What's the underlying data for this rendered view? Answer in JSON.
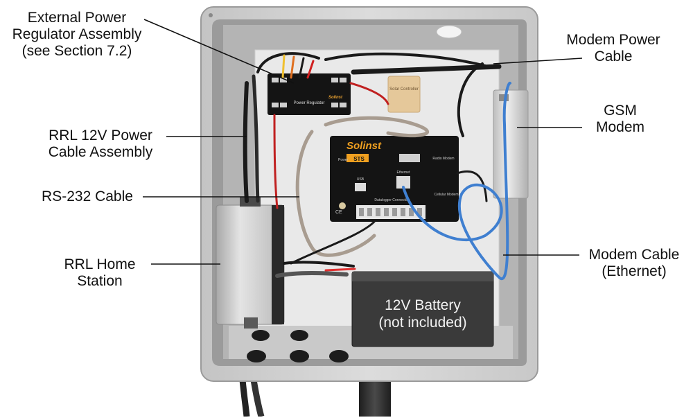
{
  "callouts": {
    "external_power_regulator": [
      "External Power",
      "Regulator Assembly",
      "(see Section 7.2)"
    ],
    "rrl_power_cable": [
      "RRL 12V Power",
      "Cable Assembly"
    ],
    "rs232_cable": [
      "RS-232 Cable"
    ],
    "rrl_home_station": [
      "RRL Home",
      "Station"
    ],
    "modem_power_cable": [
      "Modem Power",
      "Cable"
    ],
    "gsm_modem": [
      "GSM",
      "Modem"
    ],
    "modem_cable": [
      "Modem Cable",
      "(Ethernet)"
    ]
  },
  "battery": [
    "12V Battery",
    "(not included)"
  ],
  "device_labels": {
    "controller_brand": "Solinst",
    "sts_logo": "STS",
    "regulator_label": "Power Regulator",
    "regulator_brand": "Solinst",
    "solar_controller": "Solar Controller",
    "usb": "USB",
    "ethernet": "Ethernet",
    "power": "Power",
    "radio_modem": "Radio Modem",
    "cellular_modem": "Cellular Modem",
    "datalogger_connection": "Datalogger Connection",
    "ce_mark": "CE"
  },
  "colors": {
    "enclosure": "#d6d6d6",
    "backplate": "#e9e9e9",
    "controller": "#141414",
    "battery": "#3a3a3a",
    "ethernet_cable": "#3f7fd0",
    "rs232_cable": "#a89c90"
  }
}
